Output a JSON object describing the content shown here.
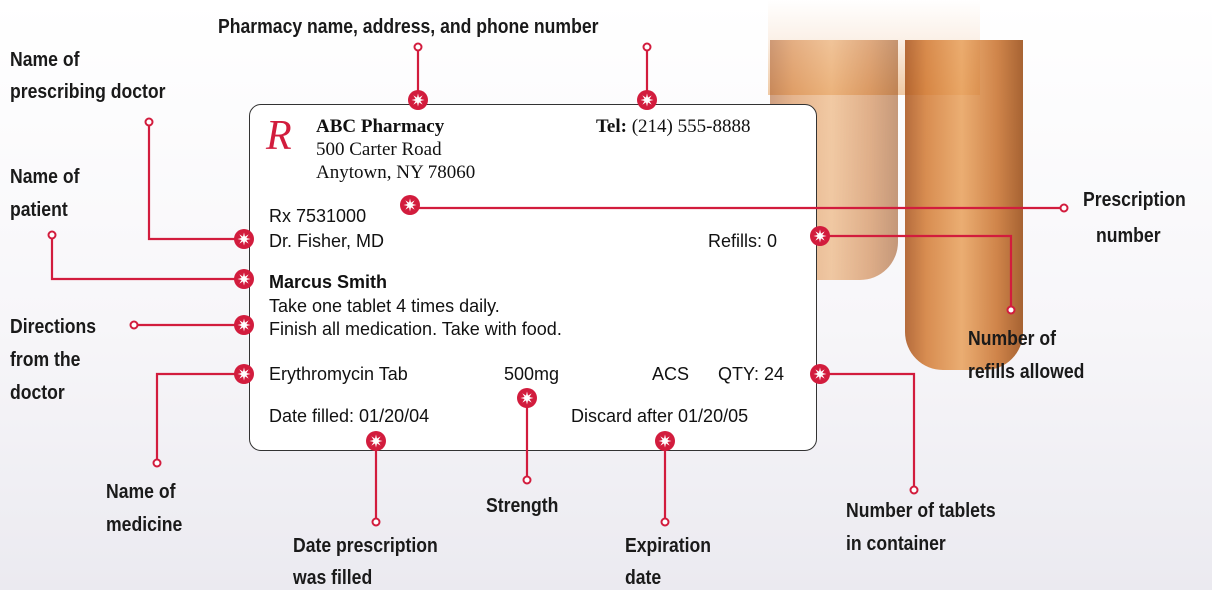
{
  "colors": {
    "accent": "#d21c3d",
    "bottle": "#d27a33",
    "text": "#1a1a1a"
  },
  "label": {
    "rx_symbol": "R",
    "pharmacy_name": "ABC Pharmacy",
    "address_line1": "500 Carter Road",
    "address_line2": "Anytown, NY 78060",
    "tel_label": "Tel:",
    "tel_number": "(214) 555-8888",
    "rx_number": "Rx 7531000",
    "doctor": "Dr. Fisher, MD",
    "refills": "Refills: 0",
    "patient": "Marcus Smith",
    "directions_line1": "Take one tablet 4 times daily.",
    "directions_line2": "Finish all medication. Take with food.",
    "medicine": "Erythromycin Tab",
    "strength": "500mg",
    "acs": "ACS",
    "qty": "QTY: 24",
    "date_filled": "Date filled: 01/20/04",
    "discard": "Discard after 01/20/05"
  },
  "annotations": {
    "pharmacy_info": "Pharmacy name, address, and phone number",
    "doctor_name_1": "Name of",
    "doctor_name_2": "prescribing doctor",
    "patient_name_1": "Name of",
    "patient_name_2": "patient",
    "directions_1": "Directions",
    "directions_2": "from the",
    "directions_3": "doctor",
    "medicine_1": "Name of",
    "medicine_2": "medicine",
    "date_filled_1": "Date prescription",
    "date_filled_2": "was filled",
    "strength": "Strength",
    "expiration_1": "Expiration",
    "expiration_2": "date",
    "tablets_1": "Number of tablets",
    "tablets_2": "in container",
    "refills_1": "Number of",
    "refills_2": "refills allowed",
    "prescription_1": "Prescription",
    "prescription_2": "number"
  },
  "marker_icon": "starburst-icon"
}
